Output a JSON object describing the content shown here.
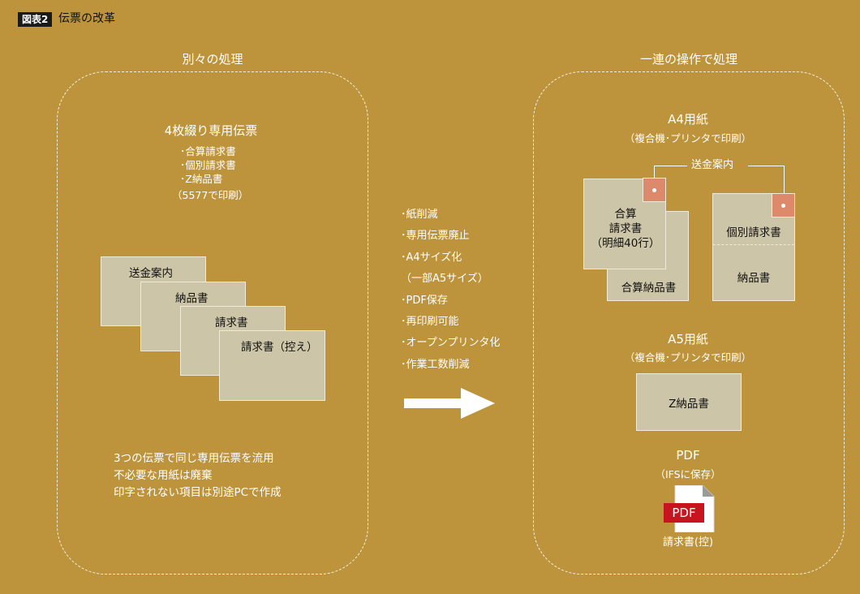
{
  "header": {
    "tag": "図表2",
    "title": "伝票の改革"
  },
  "left": {
    "heading": "別々の処理",
    "form_title": "4枚綴り専用伝票",
    "items": [
      "･合算請求書",
      "･個別請求書",
      "･Z納品書"
    ],
    "print_note": "（5577で印刷）",
    "sheets": [
      "送金案内",
      "納品書",
      "請求書",
      "請求書（控え）"
    ],
    "notes": [
      "3つの伝票で同じ専用伝票を流用",
      "不必要な用紙は廃棄",
      "印字されない項目は別途PCで作成"
    ]
  },
  "middle": {
    "bullets": [
      "･紙削減",
      "･専用伝票廃止",
      "･A4サイズ化",
      "（一部A5サイズ）",
      "･PDF保存",
      "･再印刷可能",
      "･オープンプリンタ化",
      "･作業工数削減"
    ]
  },
  "right": {
    "heading": "一連の操作で処理",
    "a4_title": "A4用紙",
    "a4_sub": "（複合機･プリンタで印刷）",
    "callout": "送金案内",
    "sheet_combined": [
      "合算",
      "請求書",
      "（明細40行）"
    ],
    "sheet_combined_delivery": "合算納品書",
    "sheet_individual": "個別請求書",
    "sheet_delivery": "納品書",
    "a5_title": "A5用紙",
    "a5_sub": "（複合機･プリンタで印刷）",
    "sheet_z": "Z納品書",
    "pdf_title": "PDF",
    "pdf_sub": "（IFSに保存）",
    "pdf_badge": "PDF",
    "pdf_caption": "請求書(控)"
  },
  "colors": {
    "background": "#bd943c",
    "sheet": "#cdc5a7",
    "accent": "#dd8a6c",
    "pdf_red": "#c8141e"
  }
}
